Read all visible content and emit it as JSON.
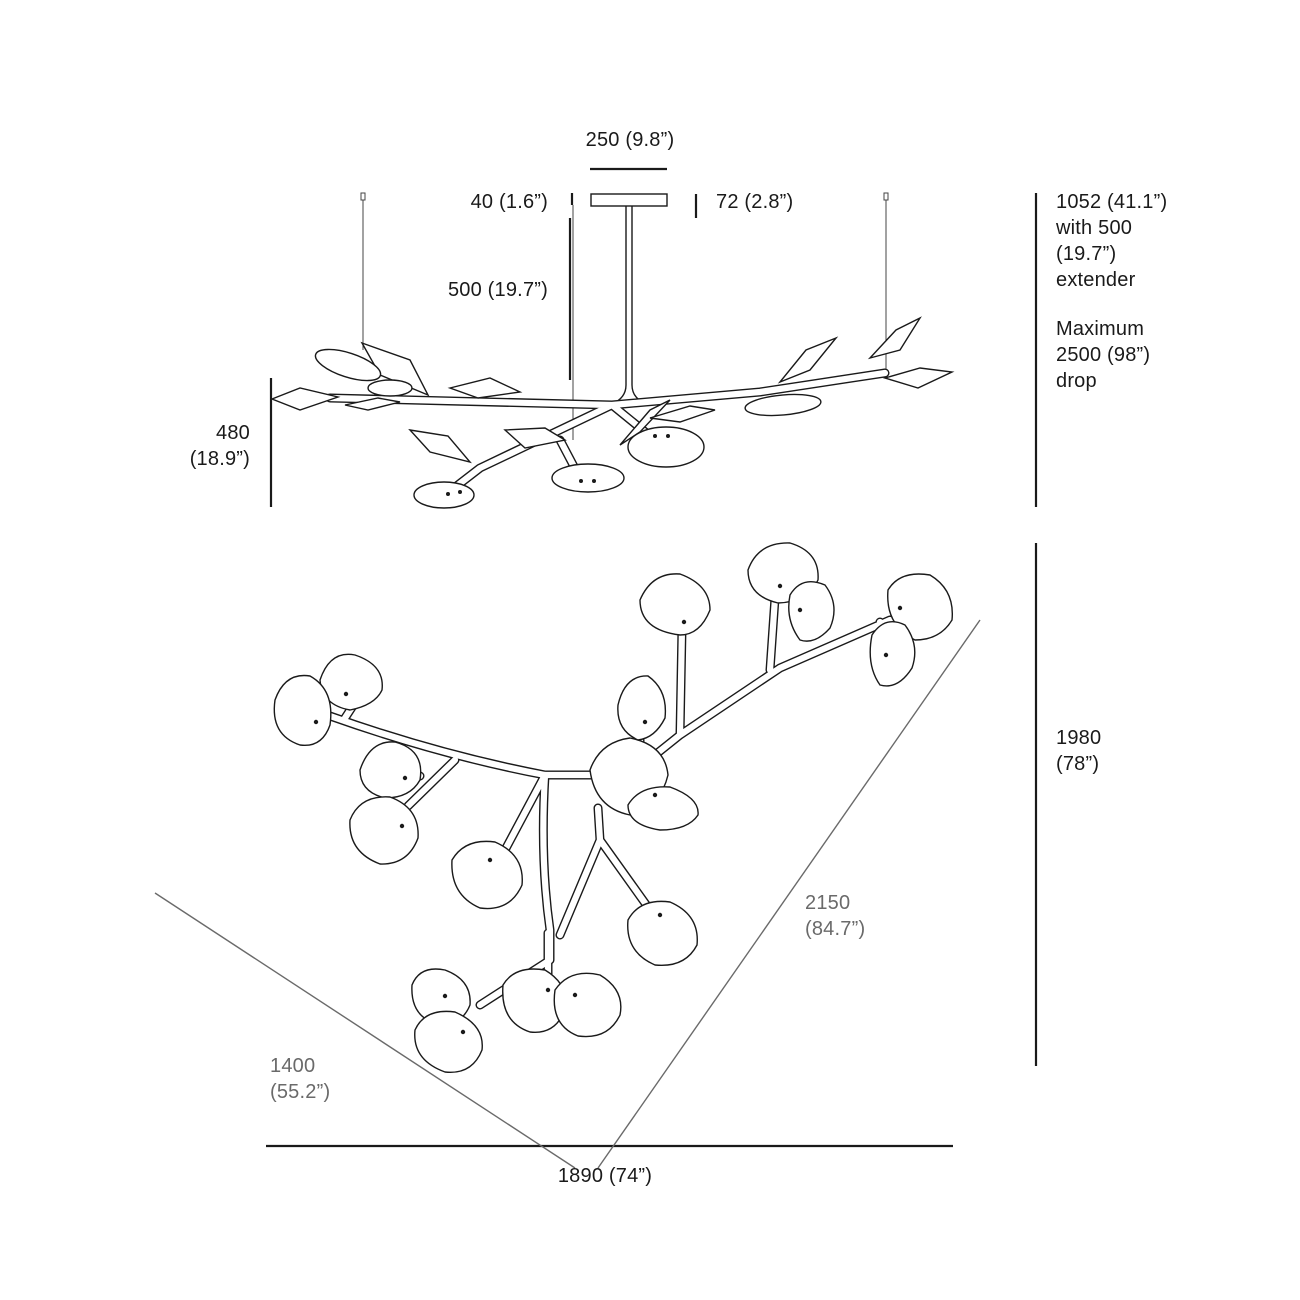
{
  "dimensions": {
    "canopy_width": "250 (9.8”)",
    "canopy_offset": "40 (1.6”)",
    "canopy_height": "72 (2.8”)",
    "extender": "500 (19.7”)",
    "total_height": [
      "1052 (41.1”)",
      "with 500",
      "(19.7”)",
      "extender"
    ],
    "max_drop": [
      "Maximum",
      "2500 (98”)",
      "drop"
    ],
    "fixture_height": [
      "480",
      "(18.9”)"
    ],
    "plan_depth": [
      "1980",
      "(78”)"
    ],
    "plan_diagonal_long": [
      "2150",
      "(84.7”)"
    ],
    "plan_diagonal_short": [
      "1400",
      "(55.2”)"
    ],
    "plan_width": "1890 (74”)"
  },
  "colors": {
    "line": "#1a1a1a",
    "dimension_gray": "#6a6a6a",
    "background": "#ffffff"
  }
}
